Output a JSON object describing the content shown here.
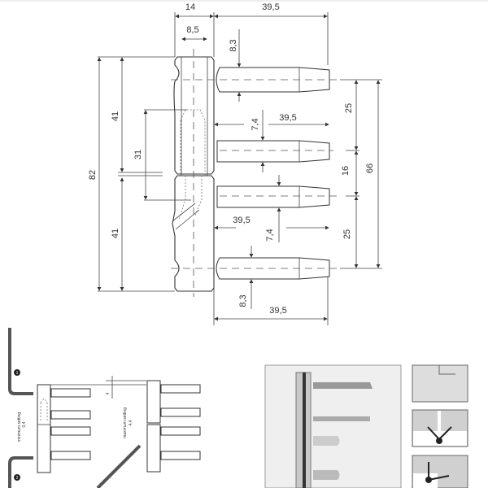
{
  "main_drawing": {
    "dims": {
      "barrel_width": "14",
      "pin_length_top": "39,5",
      "bore_width": "8,5",
      "pin_dia_top": "8,3",
      "height_upper": "41",
      "height_total": "82",
      "offset": "31",
      "height_lower": "41",
      "pin_length_2": "39,5",
      "pin_dia_2": "7,4",
      "spacing_top": "25",
      "spacing_mid": "16",
      "spacing_total": "66",
      "pin_length_3": "39,5",
      "pin_dia_3": "7,4",
      "spacing_bottom": "25",
      "pin_dia_bottom": "8,3",
      "pin_length_bottom": "39,5"
    }
  },
  "adjustment_drawing": {
    "step1": "1",
    "step2": "2",
    "min_label": "minimum setting",
    "min_value": "0,4",
    "max_label": "maximum setting",
    "max_value": "4,4",
    "offset_value": "4"
  },
  "colors": {
    "line": "#333333",
    "frame": "#999999",
    "wall_fill": "#d0d0d0"
  }
}
